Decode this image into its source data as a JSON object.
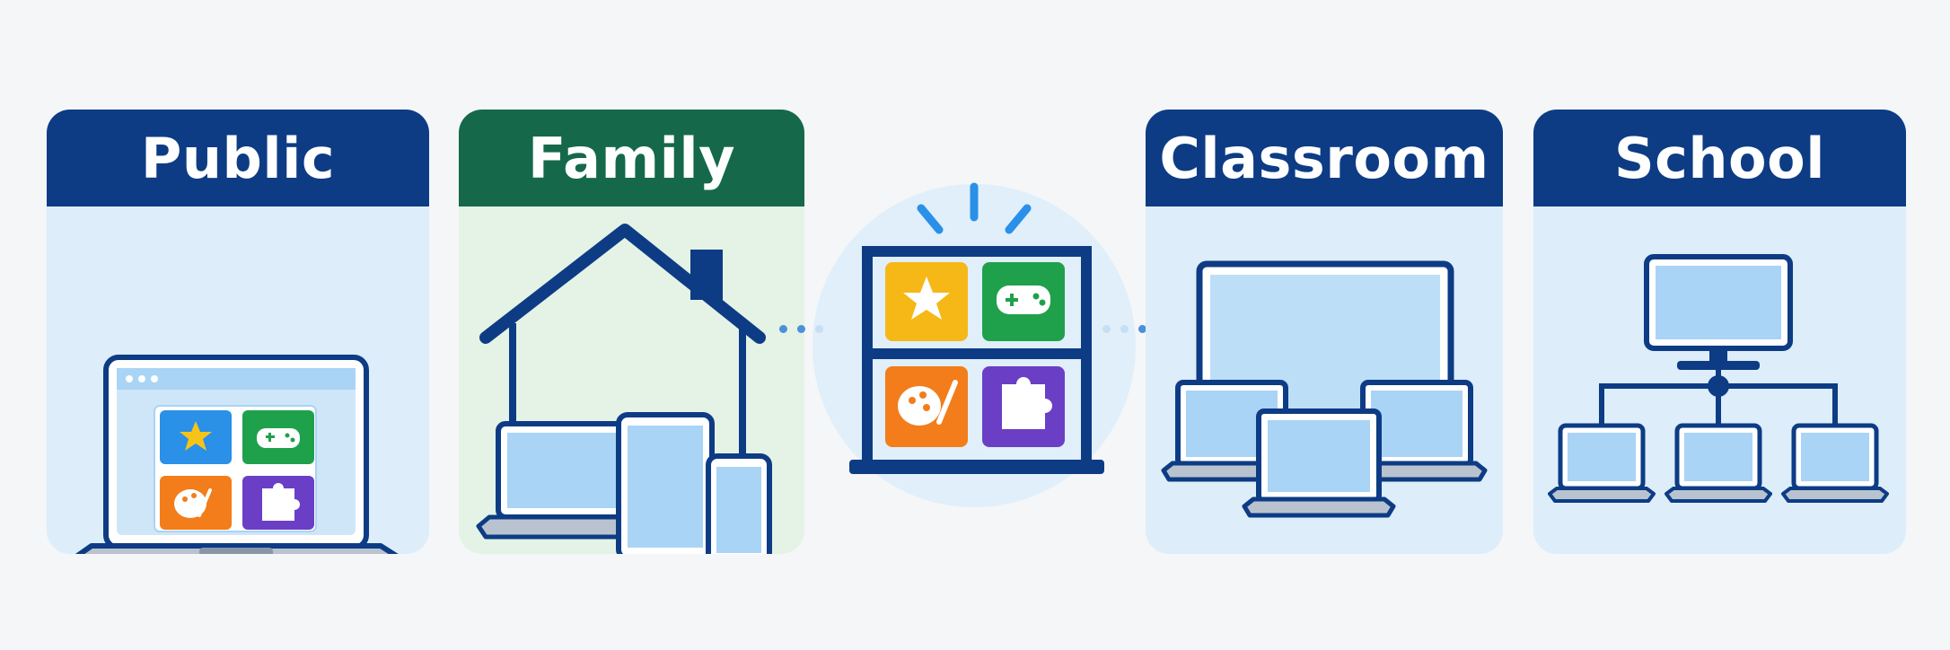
{
  "cards": [
    {
      "id": "public",
      "label": "Public",
      "header_color": "#0d3c85",
      "body_color": "#ddedf9"
    },
    {
      "id": "family",
      "label": "Family",
      "header_color": "#15694a",
      "body_color": "#e4f3e6"
    },
    {
      "id": "classroom",
      "label": "Classroom",
      "header_color": "#0d3c85",
      "body_color": "#ddedf9"
    },
    {
      "id": "school",
      "label": "School",
      "header_color": "#0d3c85",
      "body_color": "#ddedf9"
    }
  ],
  "hub": {
    "icons": [
      "star-tile-icon",
      "gamepad-tile-icon",
      "palette-tile-icon",
      "puzzle-tile-icon"
    ],
    "tile_colors": {
      "star": "#f6b817",
      "gamepad": "#1fa14c",
      "palette": "#f27d1a",
      "puzzle": "#6a3fc6"
    }
  },
  "colors": {
    "outline": "#0d3c85",
    "screen": "#a9d4f5",
    "connector": "#4a90d9"
  }
}
